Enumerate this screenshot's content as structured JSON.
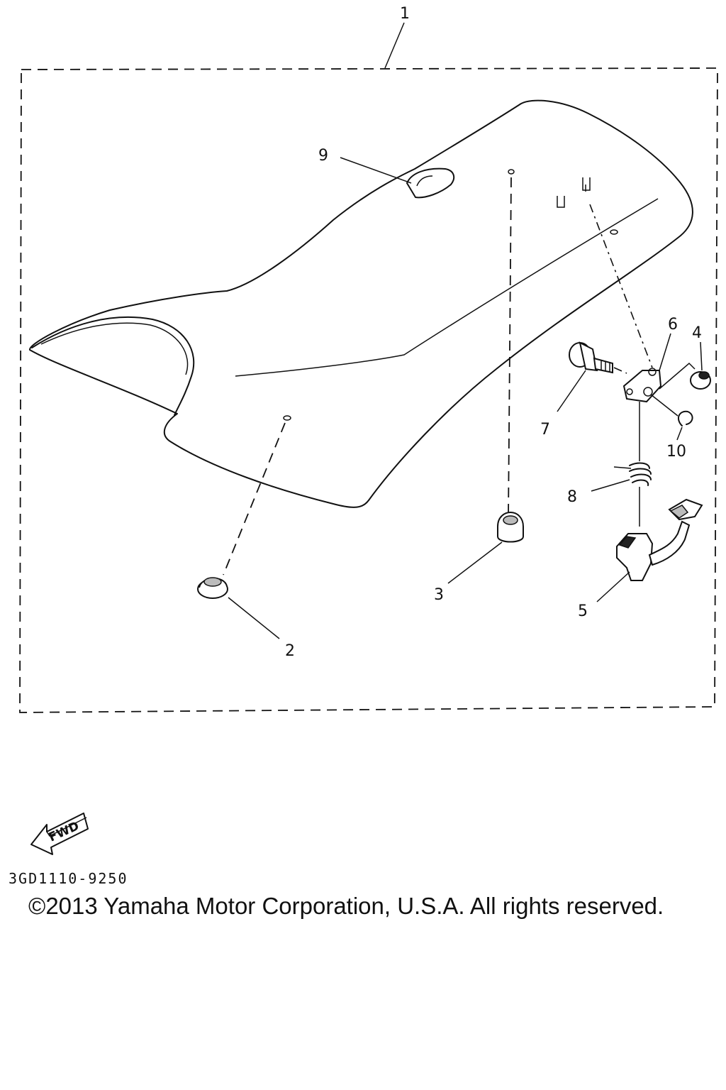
{
  "callouts": {
    "c1": "1",
    "c2": "2",
    "c3": "3",
    "c4": "4",
    "c5": "5",
    "c6": "6",
    "c7": "7",
    "c8": "8",
    "c9": "9",
    "c10": "10"
  },
  "fwd_label": "FWD",
  "ref_code": "3GD1110-9250",
  "copyright": "©2013 Yamaha Motor Corporation, U.S.A. All rights reserved."
}
